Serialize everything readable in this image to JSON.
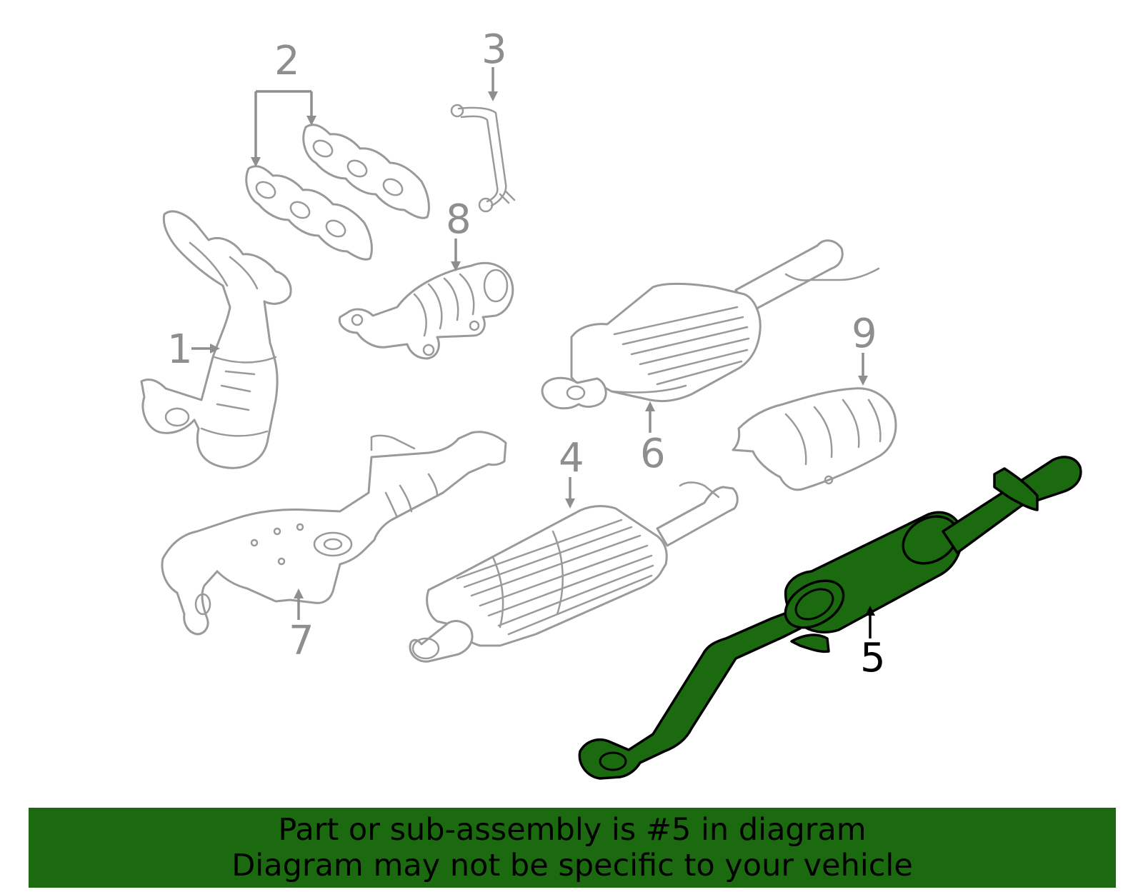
{
  "diagram": {
    "callouts": {
      "c1": "1",
      "c2": "2",
      "c3": "3",
      "c4": "4",
      "c5": "5",
      "c6": "6",
      "c7": "7",
      "c8": "8",
      "c9": "9"
    },
    "highlighted_part": "5",
    "colors": {
      "highlight_fill": "#1b6a0f",
      "part_outline": "#9a9a9a",
      "highlight_outline": "#000000",
      "banner_background": "#1b6a0f"
    }
  },
  "banner": {
    "line1": "Part or sub-assembly is #5 in diagram",
    "line2": "Diagram may not be specific to your vehicle"
  }
}
